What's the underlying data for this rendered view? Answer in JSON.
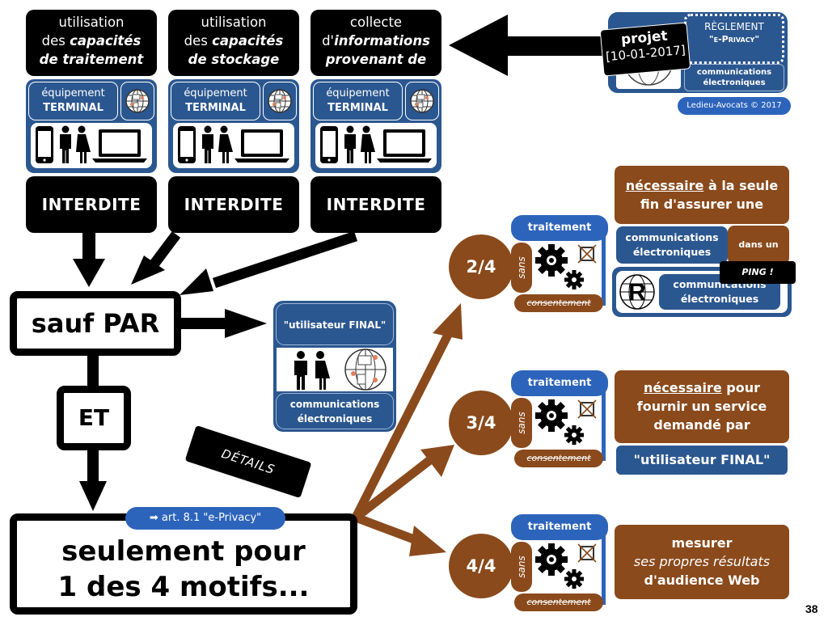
{
  "top_boxes": [
    {
      "line1": "utilisation",
      "line2_prefix": "des ",
      "line2_em": "capacités",
      "line3_em": "de traitement"
    },
    {
      "line1": "utilisation",
      "line2_prefix": "des ",
      "line2_em": "capacités",
      "line3_em": "de stockage"
    },
    {
      "line1": "collecte",
      "line2_prefix": "d'",
      "line2_em": "informations",
      "line3_em": "provenant de"
    }
  ],
  "terminal": {
    "line1": "équipement",
    "line2": "TERMINAL"
  },
  "interdite_label": "INTERDITE",
  "regulation": {
    "title": "RÈGLEMENT",
    "name": "\"e-Privacy\"",
    "scope_line1": "communications",
    "scope_line2": "électroniques",
    "draft_label": "projet",
    "draft_date": "[10-01-2017]",
    "copyright": "Ledieu-Avocats © 2017"
  },
  "sauf_par": "sauf PAR",
  "utilisateur_box": {
    "title": "\"utilisateur FINAL\"",
    "line1": "communications",
    "line2": "électroniques"
  },
  "et_label": "ET",
  "details_label": "DÉTAILS",
  "article_badge": {
    "arrow": "➡",
    "text": "art. 8.1  \"e-Privacy\""
  },
  "seulement": {
    "line1": "seulement pour",
    "line2": "1 des 4 motifs..."
  },
  "treatment": {
    "head": "traitement",
    "sans": "sans",
    "consent": "consentement"
  },
  "motifs": [
    {
      "number": "2/4",
      "text_underlined": "nécessaire",
      "text_rest_line1": " à la seule",
      "text_line2": "fin d'assurer une",
      "comm_line1": "communications",
      "comm_line2": "électroniques",
      "dans_un": "dans un",
      "ping": "PING !",
      "network_line1": "communications",
      "network_line2": "électroniques"
    },
    {
      "number": "3/4",
      "text_underlined": "nécessaire",
      "text_rest_line1": " pour",
      "text_line2": "fournir un service",
      "text_line3": "demandé par",
      "user": "\"utilisateur FINAL\""
    },
    {
      "number": "4/4",
      "line1": "mesurer",
      "line2": "ses propres résultats",
      "line3": "d'audience Web"
    }
  ],
  "page_number": "38",
  "colors": {
    "blue": "#2b5790",
    "blue_light": "#2d64bb",
    "brown": "#8a4a1c",
    "black": "#000000"
  }
}
